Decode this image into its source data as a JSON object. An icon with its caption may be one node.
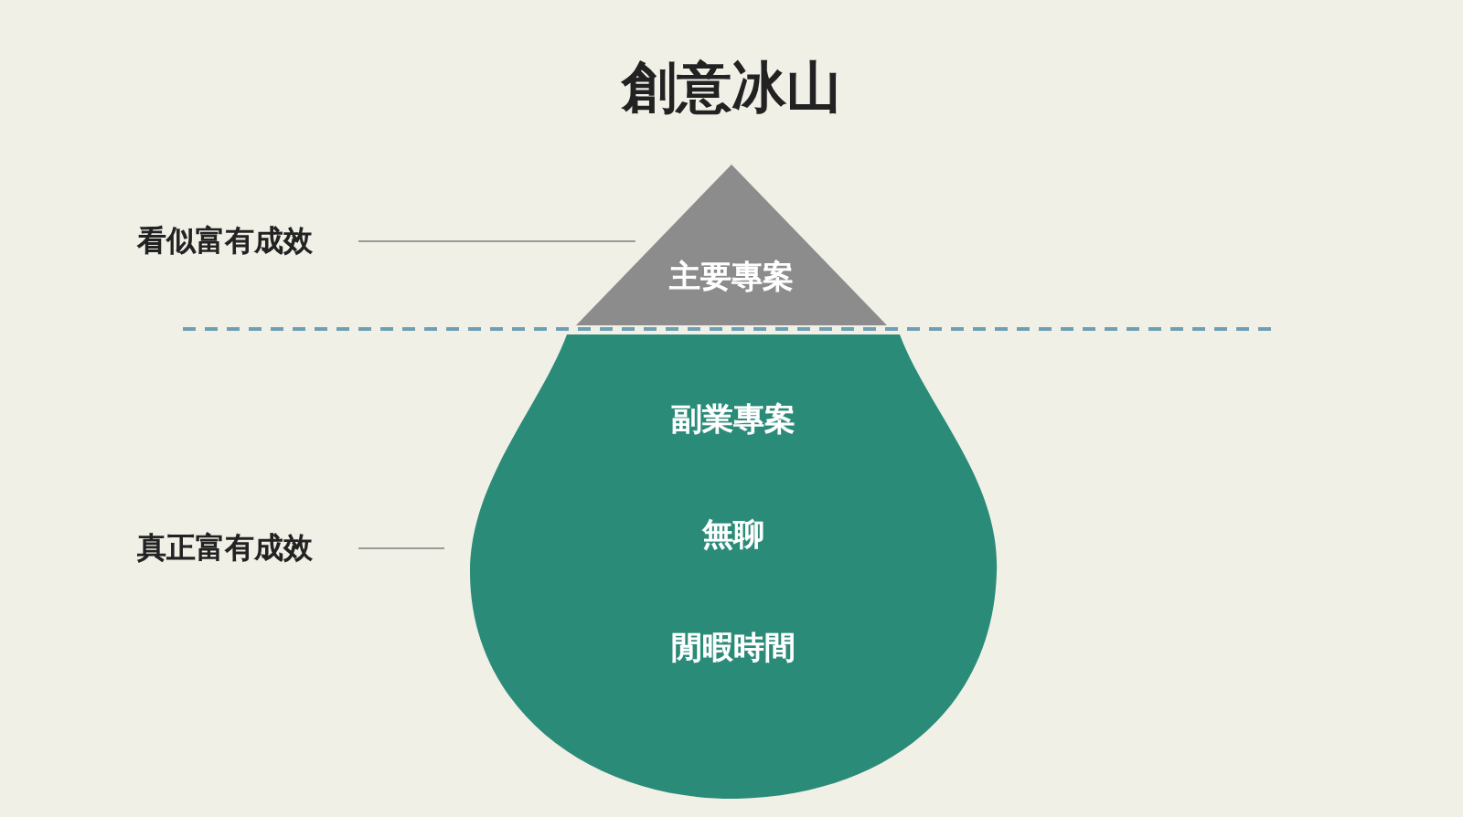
{
  "diagram": {
    "title": "創意冰山",
    "nodes": [
      {
        "text": [
          "看似富有成效"
        ]
      },
      {
        "text": [
          "主要專案"
        ]
      },
      {
        "text": [
          "真正富有成效"
        ]
      },
      {
        "text": [
          "副業專案",
          "無聊",
          "閒暇時間"
        ]
      }
    ],
    "edges": [
      {
        "from": 0,
        "to": 1,
        "arrow": "none"
      },
      {
        "from": 2,
        "to": 3,
        "arrow": "none"
      }
    ]
  }
}
